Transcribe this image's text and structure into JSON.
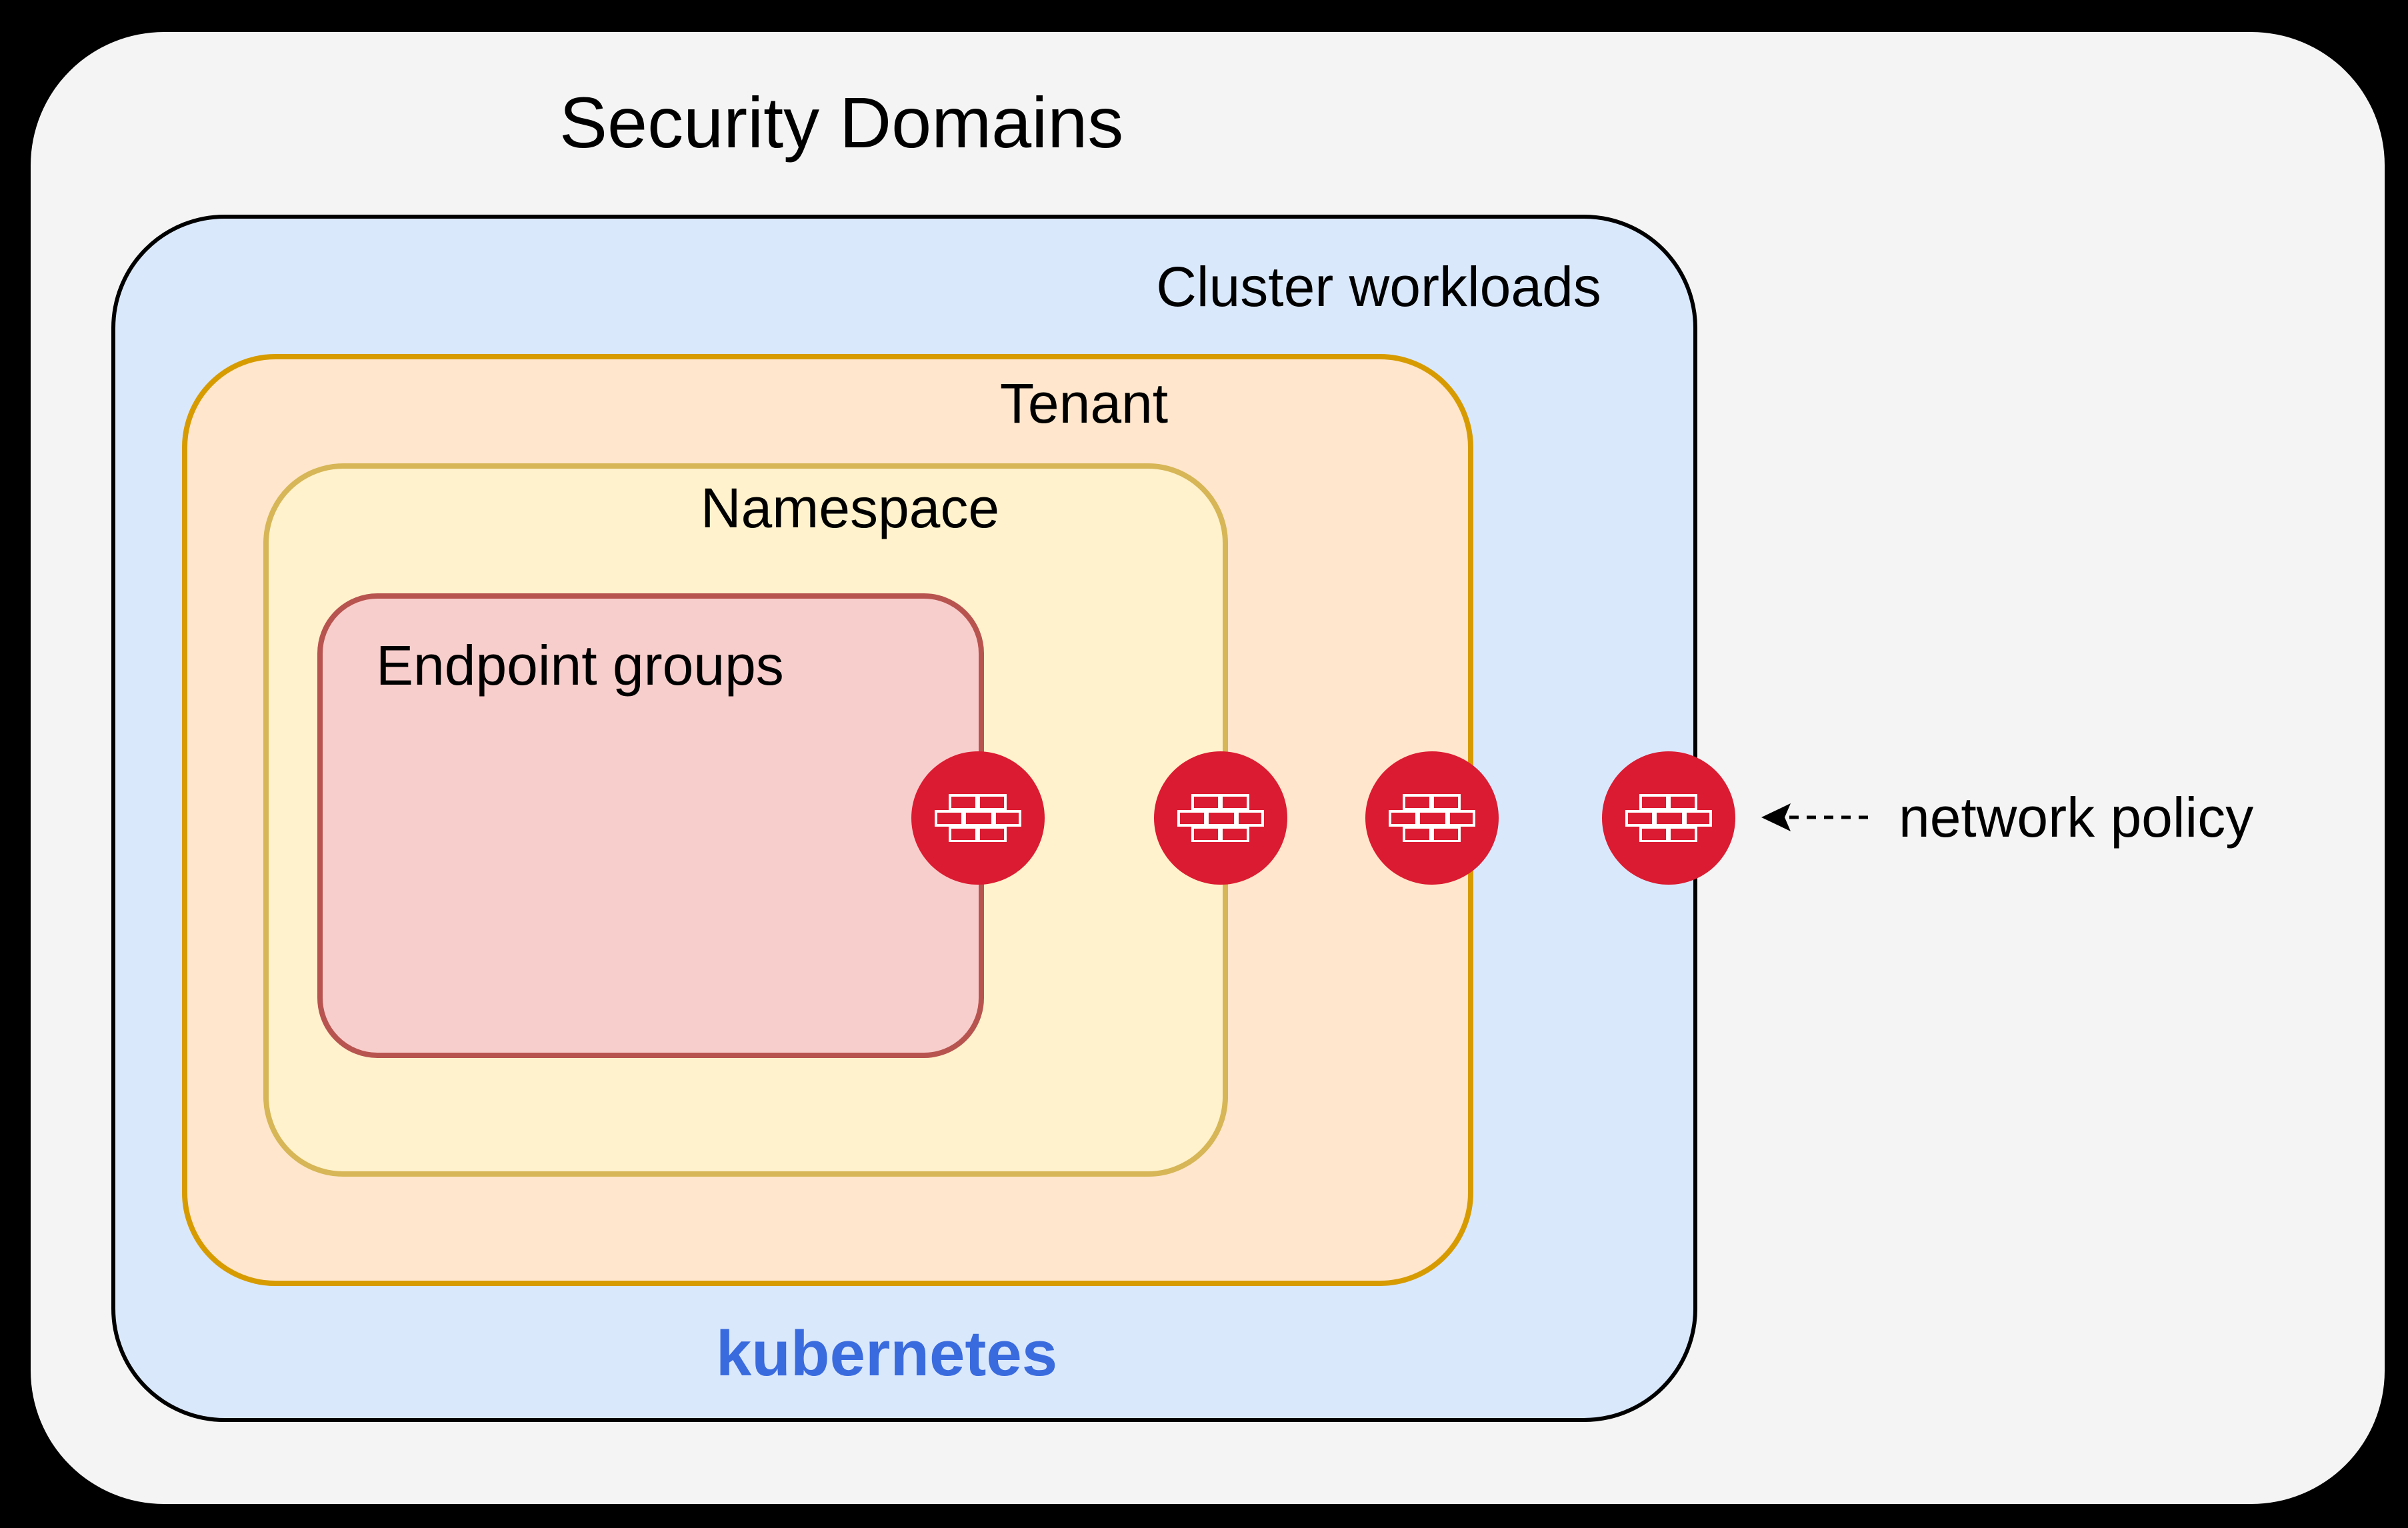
{
  "diagram": {
    "title": "Security Domains",
    "layers": {
      "cluster": {
        "label": "Cluster workloads",
        "fill": "#DAE8FC",
        "border": "#000000"
      },
      "tenant": {
        "label": "Tenant",
        "fill": "#FFE6CC",
        "border": "#D79B00"
      },
      "namespace": {
        "label": "Namespace",
        "fill": "#FFF2CC",
        "border": "#D6B656"
      },
      "endpoint_groups": {
        "label": "Endpoint groups",
        "fill": "#F8CECC",
        "border": "#B85450"
      }
    },
    "kubernetes_wordmark": "kubernetes",
    "kubernetes_color": "#3A6BDE",
    "firewalls": {
      "count": 4,
      "icon": "firewall-brick-wall",
      "color": "#DB1B31",
      "placement": "one on each nested domain boundary"
    },
    "annotation": {
      "label": "network policy",
      "arrow_style": "dashed, pointing left at outermost firewall"
    },
    "background": {
      "canvas": "#000000",
      "outer_fill": "#F4F4F4"
    }
  }
}
